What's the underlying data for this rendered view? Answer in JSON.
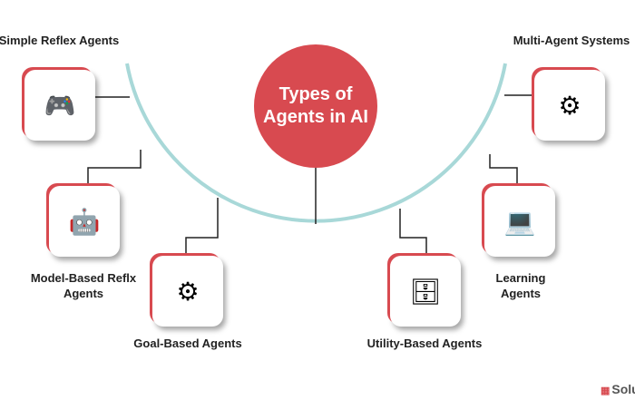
{
  "title": "Types of Agents in AI",
  "agents": [
    {
      "label": "Simple Reflex Agents",
      "icon": "vr-controllers-icon"
    },
    {
      "label": "Model-Based Reflx Agents",
      "icon": "robot-flowchart-icon"
    },
    {
      "label": "Goal-Based Agents",
      "icon": "gear-person-icon"
    },
    {
      "label": "Utility-Based Agents",
      "icon": "person-servers-icon"
    },
    {
      "label": "Learning Agents",
      "icon": "person-computer-icon"
    },
    {
      "label": "Multi-Agent Systems",
      "icon": "network-gear-icon"
    }
  ],
  "logo": "Solu",
  "colors": {
    "accent": "#d84a50",
    "arc": "#a8d8d8"
  }
}
